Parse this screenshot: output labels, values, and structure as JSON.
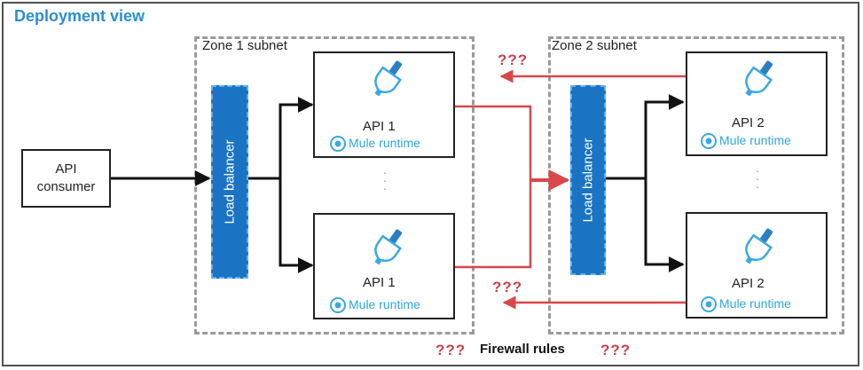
{
  "title": "Deployment view",
  "zone1": {
    "label": "Zone 1 subnet"
  },
  "zone2": {
    "label": "Zone 2 subnet"
  },
  "consumer": {
    "line1": "API",
    "line2": "consumer"
  },
  "load_balancer": {
    "label": "Load balancer"
  },
  "zone1_nodes": [
    {
      "name": "API 1",
      "runtime": "Mule runtime"
    },
    {
      "name": "API 1",
      "runtime": "Mule runtime"
    }
  ],
  "zone2_nodes": [
    {
      "name": "API 2",
      "runtime": "Mule runtime"
    },
    {
      "name": "API 2",
      "runtime": "Mule runtime"
    }
  ],
  "unknown_marker": "???",
  "firewall_label": "Firewall rules",
  "colors": {
    "title": "#2a8fd0",
    "load_balancer": "#1b73c4",
    "runtime_text": "#2ea6dc",
    "unknown_flow": "#d9474b",
    "connector_icon": "#3aa9e0"
  },
  "icons": [
    "plug-connector-icon",
    "mule-runtime-icon"
  ]
}
